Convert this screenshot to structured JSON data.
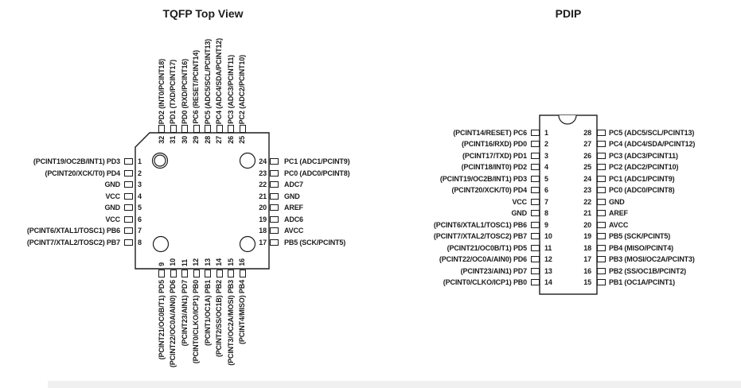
{
  "colors": {
    "ink": "#1c1c1c",
    "background": "#ffffff"
  },
  "tqfp": {
    "title": "TQFP Top View",
    "top_pins": [
      {
        "num": "32",
        "label": "PD2 (INT0/PCINT18)"
      },
      {
        "num": "31",
        "label": "PD1 (TXD/PCINT17)"
      },
      {
        "num": "30",
        "label": "PD0 (RXD/PCINT16)"
      },
      {
        "num": "29",
        "label": "PC6 (RESET/PCINT14)"
      },
      {
        "num": "28",
        "label": "PC5 (ADC5/SCL/PCINT13)"
      },
      {
        "num": "27",
        "label": "PC4 (ADC4/SDA/PCINT12)"
      },
      {
        "num": "26",
        "label": "PC3 (ADC3/PCINT11)"
      },
      {
        "num": "25",
        "label": "PC2 (ADC2/PCINT10)"
      }
    ],
    "left_pins": [
      {
        "num": "1",
        "label": "(PCINT19/OC2B/INT1) PD3"
      },
      {
        "num": "2",
        "label": "(PCINT20/XCK/T0) PD4"
      },
      {
        "num": "3",
        "label": "GND"
      },
      {
        "num": "4",
        "label": "VCC"
      },
      {
        "num": "5",
        "label": "GND"
      },
      {
        "num": "6",
        "label": "VCC"
      },
      {
        "num": "7",
        "label": "(PCINT6/XTAL1/TOSC1) PB6"
      },
      {
        "num": "8",
        "label": "(PCINT7/XTAL2/TOSC2) PB7"
      }
    ],
    "right_pins": [
      {
        "num": "24",
        "label": "PC1 (ADC1/PCINT9)"
      },
      {
        "num": "23",
        "label": "PC0 (ADC0/PCINT8)"
      },
      {
        "num": "22",
        "label": "ADC7"
      },
      {
        "num": "21",
        "label": "GND"
      },
      {
        "num": "20",
        "label": "AREF"
      },
      {
        "num": "19",
        "label": "ADC6"
      },
      {
        "num": "18",
        "label": "AVCC"
      },
      {
        "num": "17",
        "label": "PB5 (SCK/PCINT5)"
      }
    ],
    "bottom_pins": [
      {
        "num": "9",
        "label": "(PCINT21/OC0B/T1) PD5"
      },
      {
        "num": "10",
        "label": "(PCINT22/OC0A/AIN0) PD6"
      },
      {
        "num": "11",
        "label": "(PCINT23/AIN1) PD7"
      },
      {
        "num": "12",
        "label": "(PCINT0/CLKO/ICP1) PB0"
      },
      {
        "num": "13",
        "label": "(PCINT1/OC1A) PB1"
      },
      {
        "num": "14",
        "label": "(PCINT2/SS/OC1B) PB2"
      },
      {
        "num": "15",
        "label": "(PCINT3/OC2A/MOSI) PB3"
      },
      {
        "num": "16",
        "label": "(PCINT4/MISO) PB4"
      }
    ]
  },
  "pdip": {
    "title": "PDIP",
    "left_pins": [
      {
        "num": "1",
        "label": "(PCINT14/RESET) PC6"
      },
      {
        "num": "2",
        "label": "(PCINT16/RXD) PD0"
      },
      {
        "num": "3",
        "label": "(PCINT17/TXD) PD1"
      },
      {
        "num": "4",
        "label": "(PCINT18/INT0) PD2"
      },
      {
        "num": "5",
        "label": "(PCINT19/OC2B/INT1) PD3"
      },
      {
        "num": "6",
        "label": "(PCINT20/XCK/T0) PD4"
      },
      {
        "num": "7",
        "label": "VCC"
      },
      {
        "num": "8",
        "label": "GND"
      },
      {
        "num": "9",
        "label": "(PCINT6/XTAL1/TOSC1) PB6"
      },
      {
        "num": "10",
        "label": "(PCINT7/XTAL2/TOSC2) PB7"
      },
      {
        "num": "11",
        "label": "(PCINT21/OC0B/T1) PD5"
      },
      {
        "num": "12",
        "label": "(PCINT22/OC0A/AIN0) PD6"
      },
      {
        "num": "13",
        "label": "(PCINT23/AIN1) PD7"
      },
      {
        "num": "14",
        "label": "(PCINT0/CLKO/ICP1) PB0"
      }
    ],
    "right_pins": [
      {
        "num": "28",
        "label": "PC5 (ADC5/SCL/PCINT13)"
      },
      {
        "num": "27",
        "label": "PC4 (ADC4/SDA/PCINT12)"
      },
      {
        "num": "26",
        "label": "PC3 (ADC3/PCINT11)"
      },
      {
        "num": "25",
        "label": "PC2 (ADC2/PCINT10)"
      },
      {
        "num": "24",
        "label": "PC1 (ADC1/PCINT9)"
      },
      {
        "num": "23",
        "label": "PC0 (ADC0/PCINT8)"
      },
      {
        "num": "22",
        "label": "GND"
      },
      {
        "num": "21",
        "label": "AREF"
      },
      {
        "num": "20",
        "label": "AVCC"
      },
      {
        "num": "19",
        "label": "PB5 (SCK/PCINT5)"
      },
      {
        "num": "18",
        "label": "PB4 (MISO/PCINT4)"
      },
      {
        "num": "17",
        "label": "PB3 (MOSI/OC2A/PCINT3)"
      },
      {
        "num": "16",
        "label": "PB2 (SS/OC1B/PCINT2)"
      },
      {
        "num": "15",
        "label": "PB1 (OC1A/PCINT1)"
      }
    ]
  }
}
